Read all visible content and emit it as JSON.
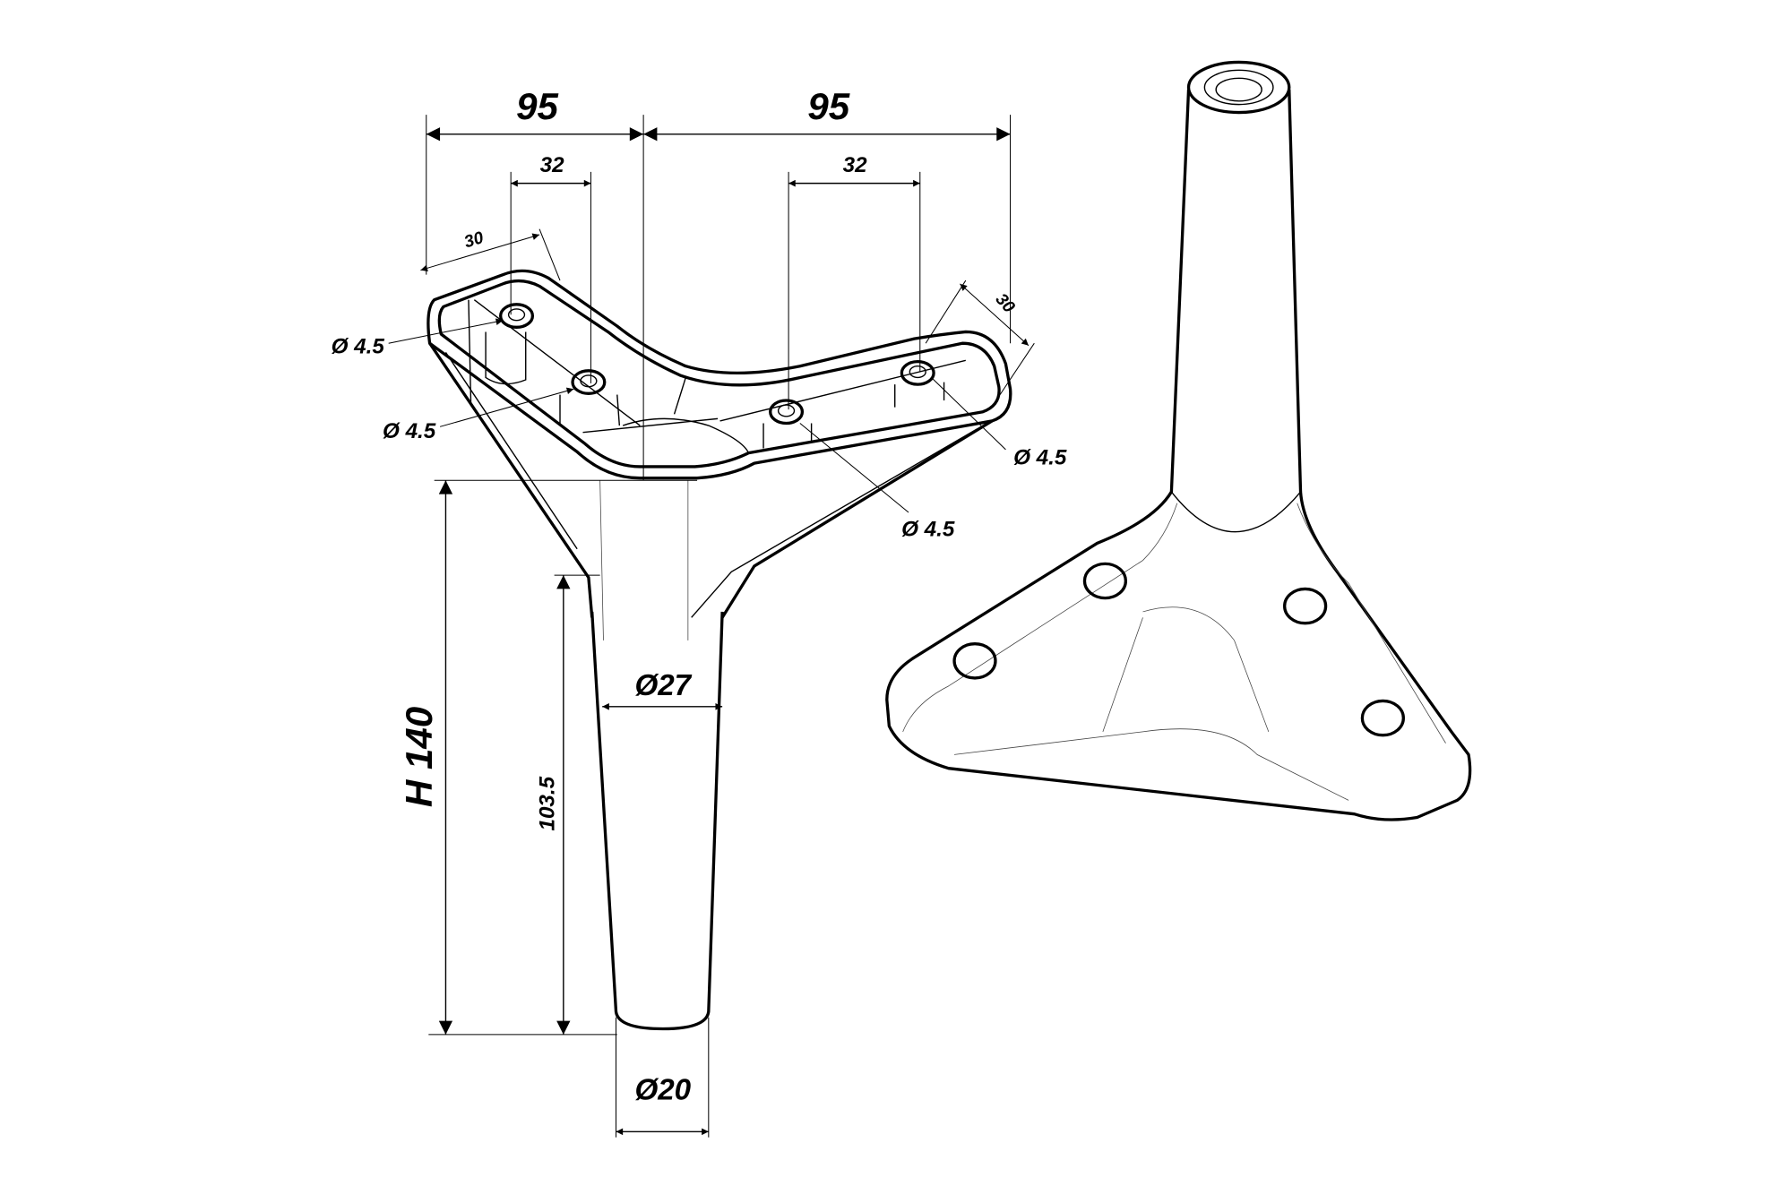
{
  "drawing": {
    "dimensions": {
      "width_left": "95",
      "width_right": "95",
      "hole_spacing_left": "32",
      "hole_spacing_right": "32",
      "arm_width_left": "30",
      "arm_width_right": "30",
      "hole_diameter_1": "Ø 4.5",
      "hole_diameter_2": "Ø 4.5",
      "hole_diameter_3": "Ø 4.5",
      "hole_diameter_4": "Ø 4.5",
      "total_height": "H 140",
      "leg_height": "103.5",
      "top_diameter": "Ø27",
      "bottom_diameter": "Ø20"
    }
  }
}
